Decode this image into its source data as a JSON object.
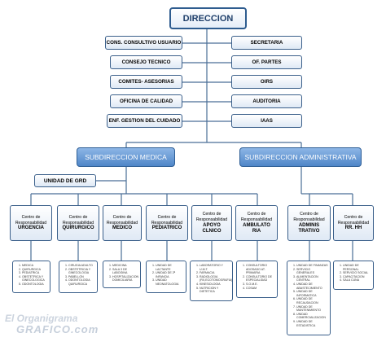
{
  "top": {
    "label": "DIRECCION"
  },
  "staff_left": [
    "CONS. CONSULTIVO USUARIO",
    "CONSEJO TECNICO",
    "COMITES- ASESORIAS",
    "OFICINA DE CALIDAD",
    "ENF. GESTION DEL CUIDADO"
  ],
  "staff_right": [
    "SECRETARIA",
    "OF. PARTES",
    "OIRS",
    "AUDITORIA",
    "IAAS"
  ],
  "sub_medica": {
    "label": "SUBDIRECCION MEDICA"
  },
  "sub_admin": {
    "label": "SUBDIRECCION ADMINISTRATIVA"
  },
  "grd": {
    "label": "UNIDAD  DE  GRD"
  },
  "units": [
    {
      "l1": "Centro de",
      "l2": "Responsabilidad",
      "l3": "URGENCIA",
      "items": [
        "MEDICA",
        "QUIRURGICA",
        "PEDIATRICA",
        "OBSTETRICA Y GINECOLOGICA",
        "ODONTOLOGIA"
      ]
    },
    {
      "l1": "Centro de",
      "l2": "Responsabilidad",
      "l3": "QUIRURGICO",
      "items": [
        "CIRUGIA ADULTO",
        "OBSTETRICIA Y GINECOLOGIA",
        "PABELLON",
        "ODONTOLOGIA QUIRURGICA"
      ]
    },
    {
      "l1": "Centro de",
      "l2": "Responsabilidad",
      "l3": "MEDICO",
      "items": [
        "MEDICINA",
        "SALA 3 DE LABOGINA",
        "HOSPITALIZACION DOMICILIARIA"
      ]
    },
    {
      "l1": "Centro de",
      "l2": "Responsabilidad",
      "l3": "PEDIATRICO",
      "items": [
        "UNIDAD DE LACTANTE",
        "UNIDAD DE 2ª INFANCIA",
        "UNIDAD NEONATOLOGIA"
      ]
    },
    {
      "l1": "Centro de",
      "l2": "Responsabilidad",
      "l3": "APOYO",
      "l4": "CLNICO",
      "items": [
        "LABORATORIO Y U.M.T.",
        "FARMACIA",
        "RADIOLOGIA (RX,ECOTOMOGRAFIA)",
        "KINESIOLOGIA",
        "NUTRICION Y DIETETICA"
      ]
    },
    {
      "l1": "Centro de",
      "l2": "Responsabilidad",
      "l3": "AMBULATO",
      "l4": "RIA",
      "items": [
        "CONSULTORIO ADOSADO AT. PRIMARIA",
        "CONSULTORIO DE ESPECIALIDAD",
        "S.O.M.E.",
        "COSAM"
      ]
    },
    {
      "l1": "Centro de",
      "l2": "Responsabilidad",
      "l3": "ADMINIS",
      "l4": "TRATIVO",
      "items": [
        "UNIDAD DE FINANZAS",
        "SERVICIO GENERALES",
        "ALIMENTACION CENTRAL",
        "UNIDAD DE ABASTECIMIENTO",
        "UNIDAD DE INFORMATICA",
        "UNIDAD DE RECAUDACION",
        "UNIDAD DE MANTENIMIENTO",
        "UNIDAD COMERCIALIZACION",
        "UNIDAD DE ESTADISTICA"
      ]
    },
    {
      "l1": "Centro de",
      "l2": "Responsabilidad",
      "l3": "RR. HH",
      "items": [
        "UNIDAD DE PERSONAL",
        "SERVICIO SOCIAL",
        "CAPACITACION",
        "SALA CUNA"
      ]
    }
  ],
  "watermark": {
    "line1": "El Organigrama",
    "line2": "GRAFICO.com"
  },
  "colors": {
    "line": "#4a6e96",
    "box_border": "#3a5f8a",
    "sub_fill": "#4f86c8"
  }
}
